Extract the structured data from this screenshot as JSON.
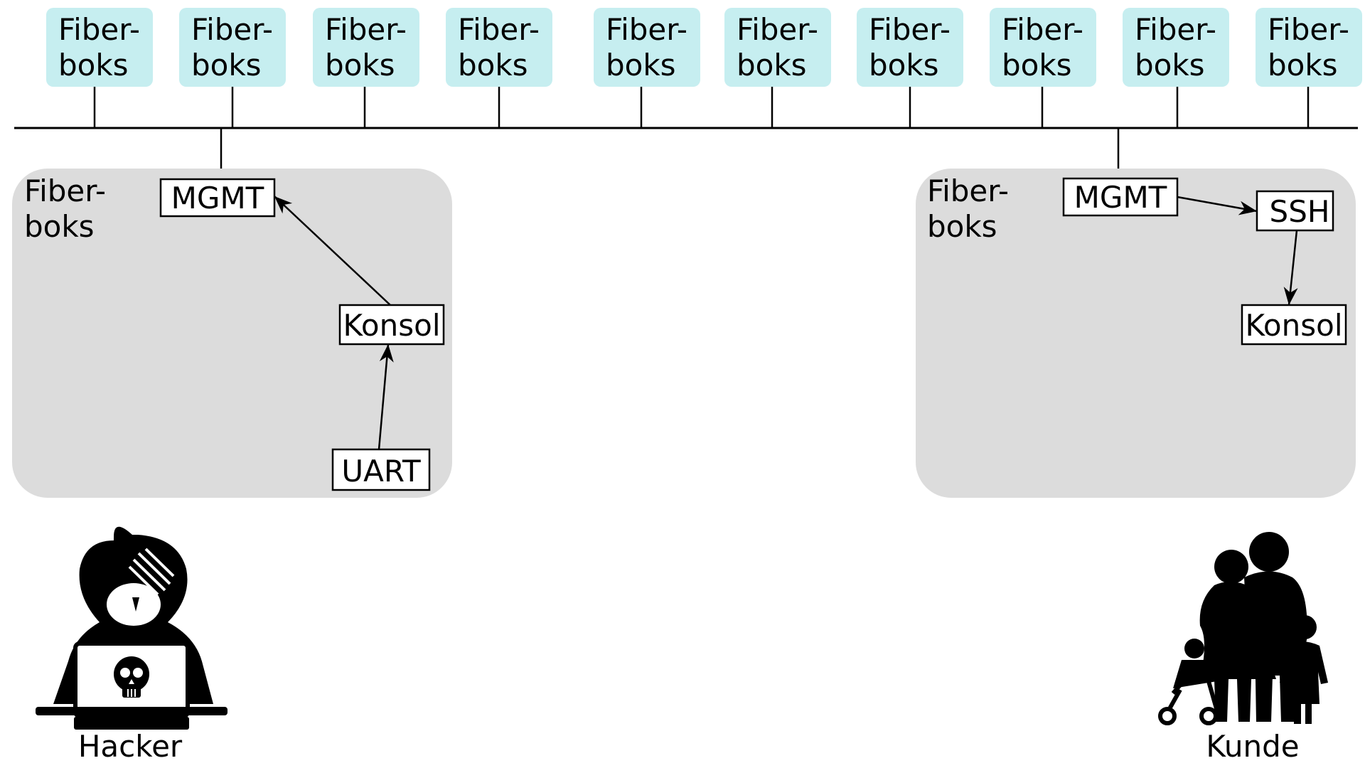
{
  "colors": {
    "top_box_fill": "#c6eef0",
    "group_fill": "#dcdcdc",
    "line": "#000000",
    "box_fill": "#ffffff"
  },
  "top_boxes": [
    {
      "line1": "Fiber-",
      "line2": "boks"
    },
    {
      "line1": "Fiber-",
      "line2": "boks"
    },
    {
      "line1": "Fiber-",
      "line2": "boks"
    },
    {
      "line1": "Fiber-",
      "line2": "boks"
    },
    {
      "line1": "Fiber-",
      "line2": "boks"
    },
    {
      "line1": "Fiber-",
      "line2": "boks"
    },
    {
      "line1": "Fiber-",
      "line2": "boks"
    },
    {
      "line1": "Fiber-",
      "line2": "boks"
    },
    {
      "line1": "Fiber-",
      "line2": "boks"
    },
    {
      "line1": "Fiber-",
      "line2": "boks"
    }
  ],
  "left_group": {
    "title_line1": "Fiber-",
    "title_line2": "boks",
    "mgmt": "MGMT",
    "konsol": "Konsol",
    "uart": "UART"
  },
  "right_group": {
    "title_line1": "Fiber-",
    "title_line2": "boks",
    "mgmt": "MGMT",
    "ssh": "SSH",
    "konsol": "Konsol"
  },
  "actors": {
    "hacker_label": "Hacker",
    "hacker_icon": "hacker-icon",
    "customer_label": "Kunde",
    "customer_icon": "family-icon"
  }
}
